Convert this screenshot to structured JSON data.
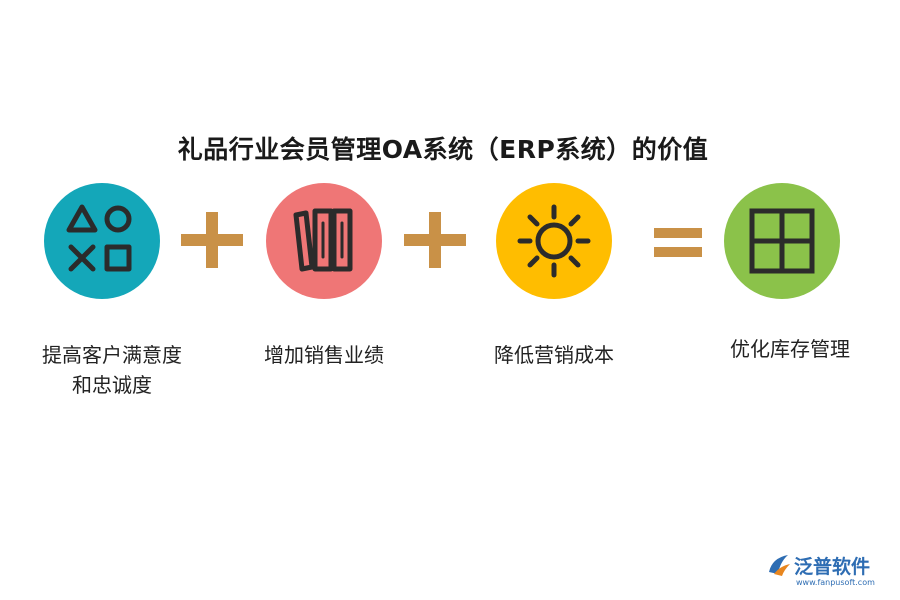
{
  "title": "礼品行业会员管理OA系统（ERP系统）的价值",
  "items": [
    {
      "label_line1": "提高客户满意度",
      "label_line2": "和忠诚度",
      "icon": "shapes-icon",
      "color": "#14a7b9"
    },
    {
      "label_line1": "增加销售业绩",
      "icon": "books-icon",
      "color": "#ef7676"
    },
    {
      "label_line1": "降低营销成本",
      "icon": "sun-icon",
      "color": "#ffbd00"
    },
    {
      "label_line1": "优化库存管理",
      "icon": "grid-icon",
      "color": "#8bc24a"
    }
  ],
  "operator_color": "#c99147",
  "logo": {
    "name": "泛普软件",
    "url": "www.fanpusoft.com"
  }
}
